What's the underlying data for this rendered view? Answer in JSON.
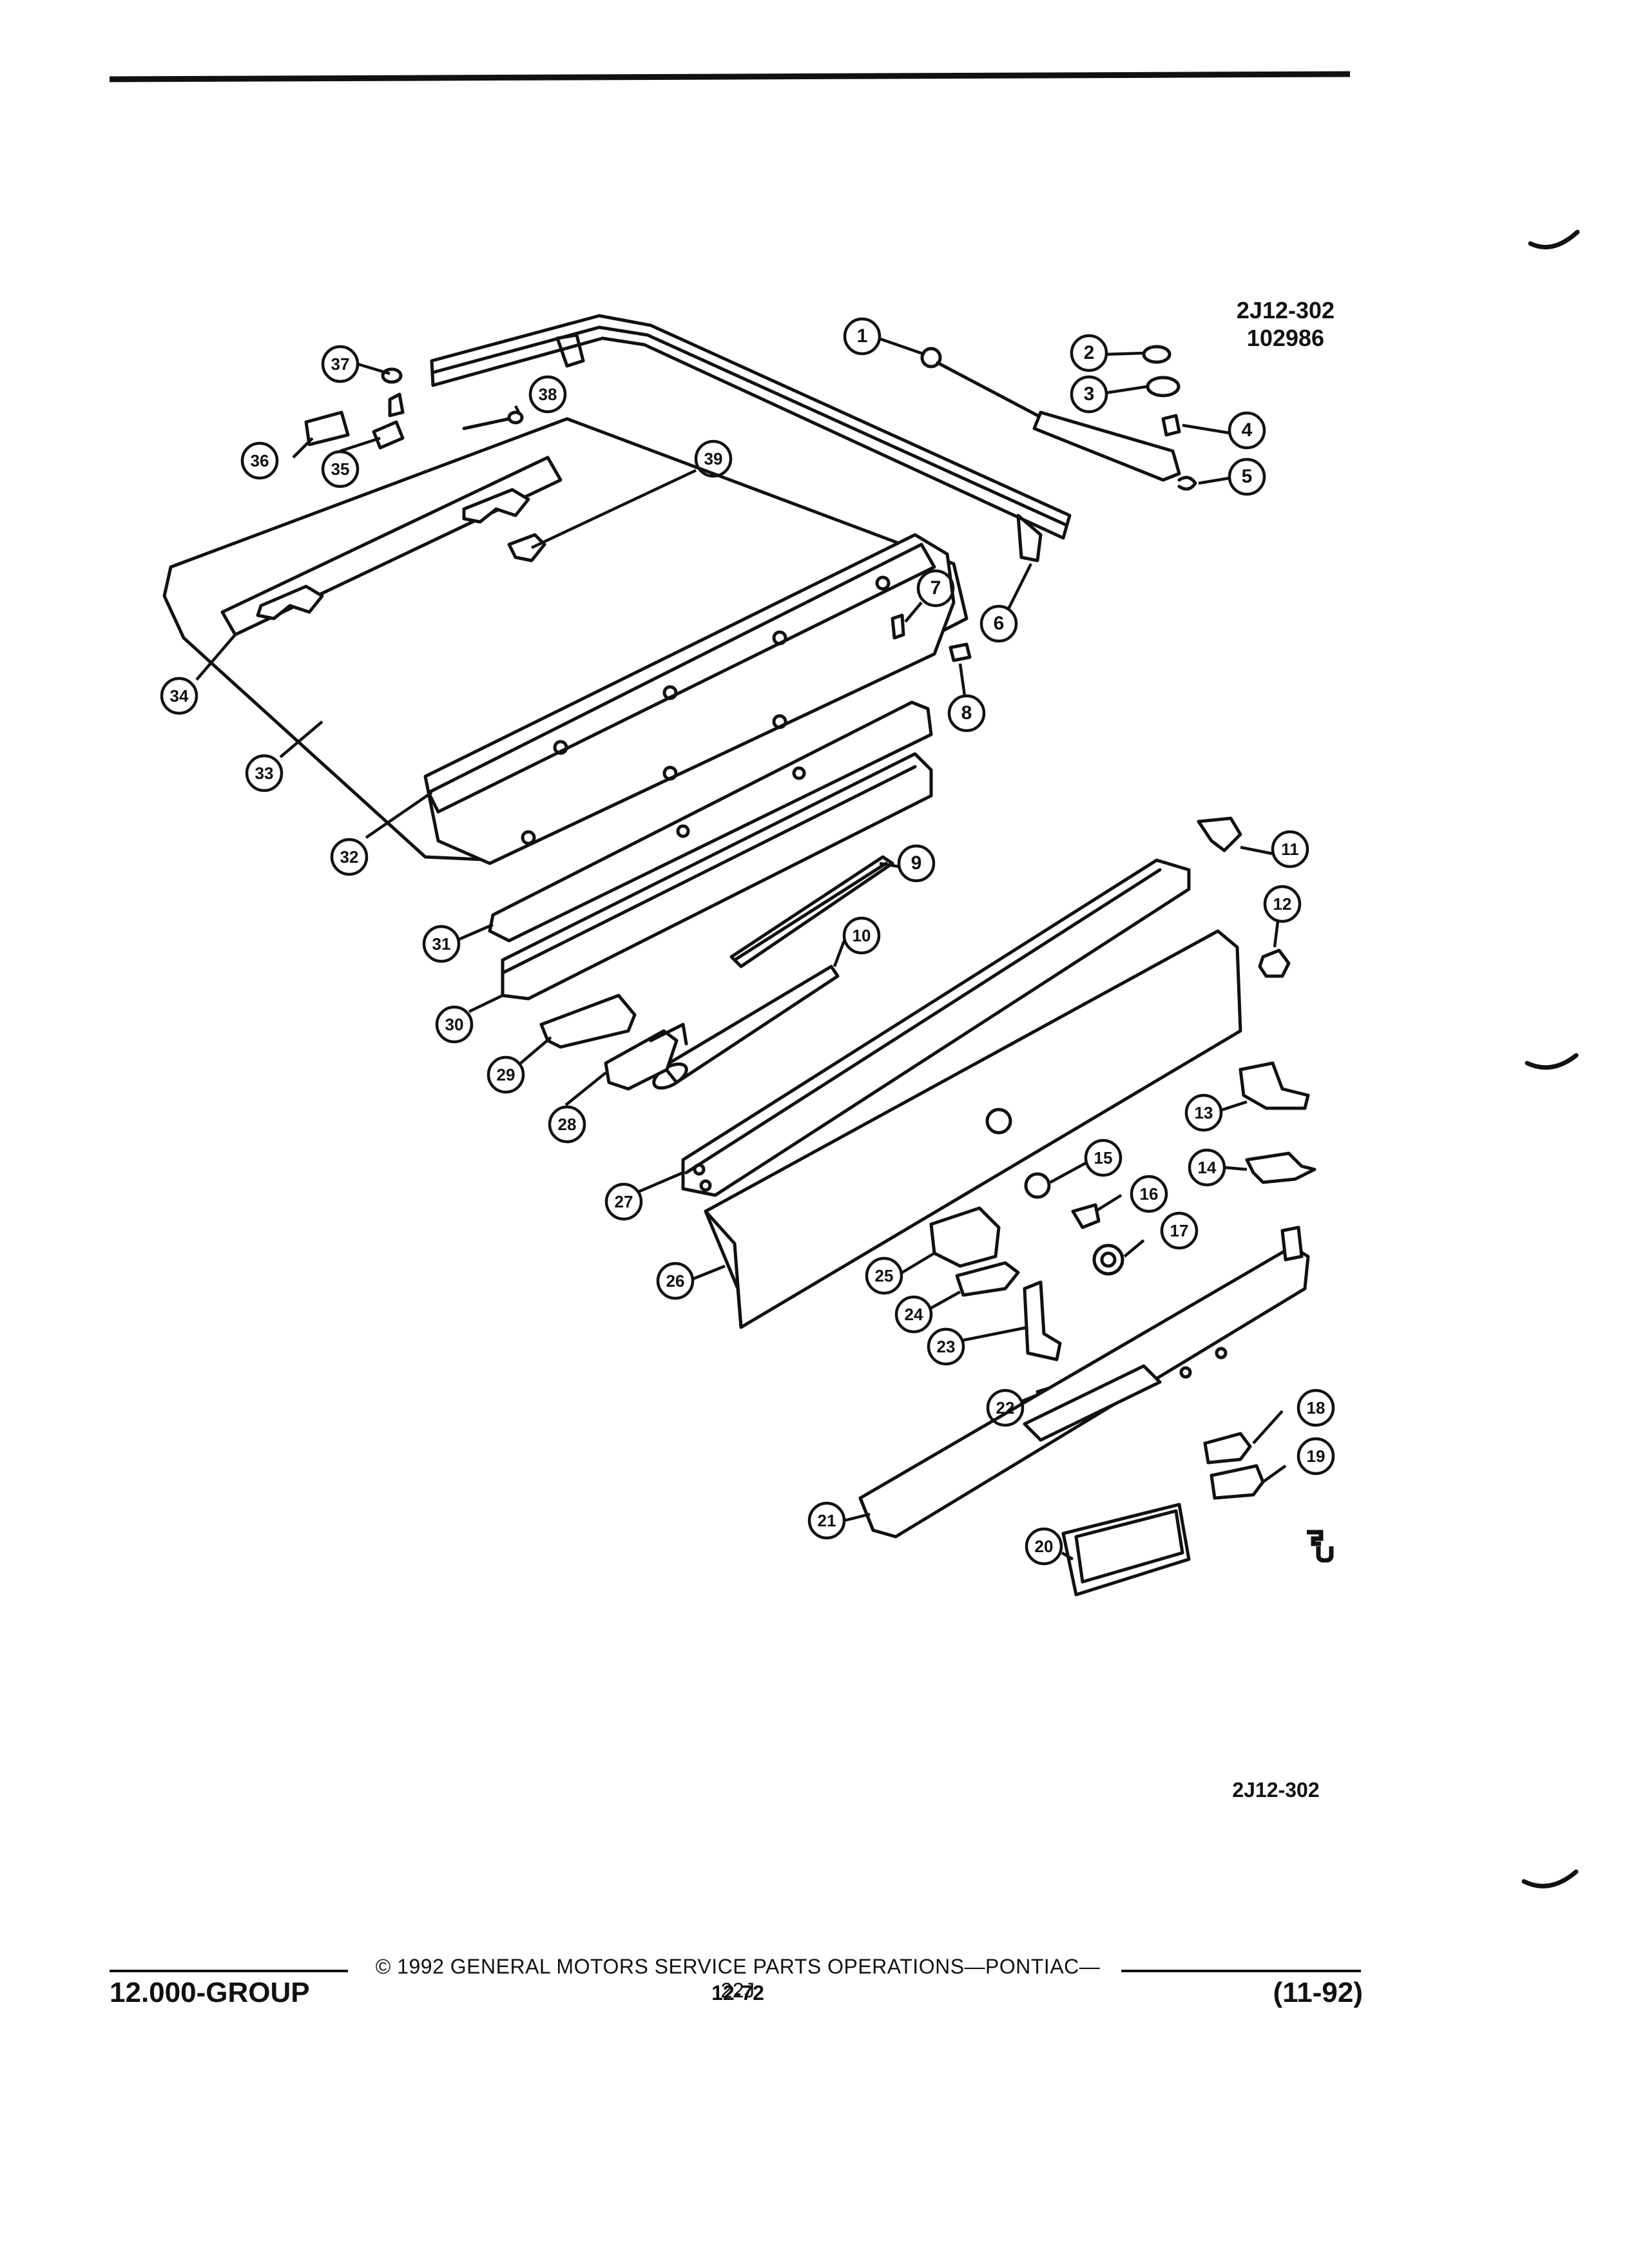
{
  "header": {
    "drawing_code": "2J12-302",
    "drawing_date": "102986"
  },
  "callouts": [
    {
      "n": "1"
    },
    {
      "n": "2"
    },
    {
      "n": "3"
    },
    {
      "n": "4"
    },
    {
      "n": "5"
    },
    {
      "n": "6"
    },
    {
      "n": "7"
    },
    {
      "n": "8"
    },
    {
      "n": "9"
    },
    {
      "n": "10"
    },
    {
      "n": "11"
    },
    {
      "n": "12"
    },
    {
      "n": "13"
    },
    {
      "n": "14"
    },
    {
      "n": "15"
    },
    {
      "n": "16"
    },
    {
      "n": "17"
    },
    {
      "n": "18"
    },
    {
      "n": "19"
    },
    {
      "n": "20"
    },
    {
      "n": "21"
    },
    {
      "n": "22"
    },
    {
      "n": "23"
    },
    {
      "n": "24"
    },
    {
      "n": "25"
    },
    {
      "n": "26"
    },
    {
      "n": "27"
    },
    {
      "n": "28"
    },
    {
      "n": "29"
    },
    {
      "n": "30"
    },
    {
      "n": "31"
    },
    {
      "n": "32"
    },
    {
      "n": "33"
    },
    {
      "n": "34"
    },
    {
      "n": "35"
    },
    {
      "n": "36"
    },
    {
      "n": "37"
    },
    {
      "n": "38"
    },
    {
      "n": "39"
    }
  ],
  "bottom_code": "2J12-302",
  "footer": {
    "copyright": "© 1992 GENERAL MOTORS SERVICE PARTS OPERATIONS—PONTIAC—22J",
    "group": "12.000-GROUP",
    "page": "12-72",
    "date": "(11-92)"
  },
  "logo_icon": "gm-spo-logo-icon"
}
